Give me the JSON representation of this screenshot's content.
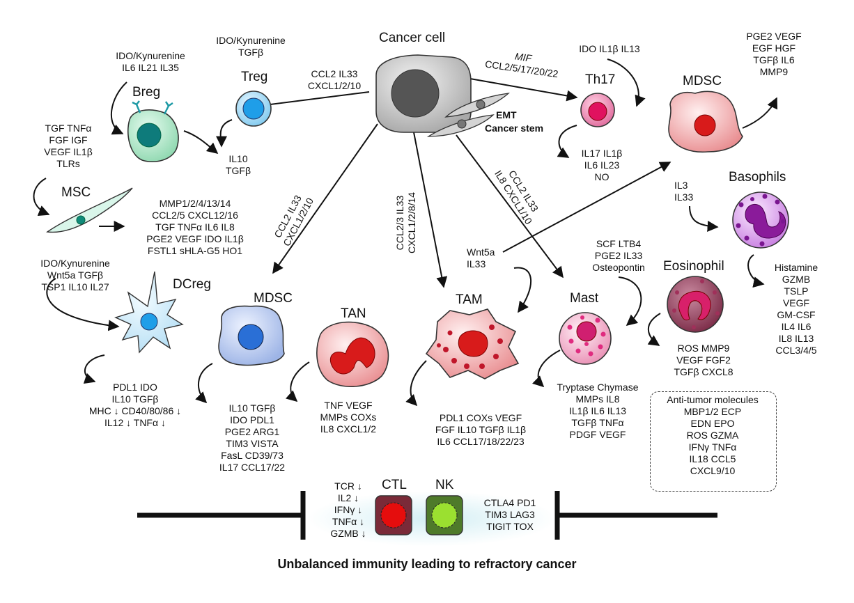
{
  "cells": {
    "cancer_cell": "Cancer cell",
    "emt": "EMT",
    "cancer_stem": "Cancer stem",
    "treg": "Treg",
    "breg": "Breg",
    "msc": "MSC",
    "dcreg": "DCreg",
    "mdsc_left": "MDSC",
    "tan": "TAN",
    "tam": "TAM",
    "mast": "Mast",
    "th17": "Th17",
    "mdsc_right": "MDSC",
    "basophils": "Basophils",
    "eosinophil": "Eosinophil",
    "ctl": "CTL",
    "nk": "NK"
  },
  "labels": {
    "treg_in": [
      "IDO/Kynurenine",
      "TGFβ"
    ],
    "breg_in": [
      "IDO/Kynurenine",
      "IL6  IL21  IL35"
    ],
    "cancer_to_treg": [
      "CCL2  IL33",
      "CXCL1/2/10"
    ],
    "cancer_to_th17": [
      "MIF",
      "CCL2/5/17/20/22"
    ],
    "th17_in": "IDO IL1β IL13",
    "mdsc_right_out": [
      "PGE2  VEGF",
      "EGF  HGF",
      "TGFβ  IL6",
      "MMP9"
    ],
    "msc_in": [
      "TGF  TNFα",
      "FGF  IGF",
      "VEGF  IL1β",
      "TLRs"
    ],
    "treg_breg_out": [
      "IL10",
      "TGFβ"
    ],
    "th17_out": [
      "IL17  IL1β",
      "IL6  IL23",
      "NO"
    ],
    "msc_out": [
      "MMP1/2/4/13/14",
      "CCL2/5  CXCL12/16",
      "TGF  TNFα  IL6  IL8",
      "PGE2  VEGF  IDO  IL1β",
      "FSTL1  sHLA-G5  HO1"
    ],
    "basophils_in": [
      "IL3",
      "IL33"
    ],
    "dcreg_in": [
      "IDO/Kynurenine",
      "Wnt5a  TGFβ",
      "TSP1  IL10  IL27"
    ],
    "cancer_to_mdsc": "CCL2 IL33\nCXCL1/2/10",
    "cancer_to_tam": "CCL2/3 IL33\nCXCL1/2/8/14",
    "cancer_to_mast": "CCL2 IL33\nIL8  CXCL1/10",
    "wnt5a": [
      "Wnt5a",
      "IL33"
    ],
    "mast_in": [
      "SCF  LTB4",
      "PGE2  IL33",
      "Osteopontin"
    ],
    "basophils_out": [
      "Histamine",
      "GZMB",
      "TSLP",
      "VEGF",
      "GM-CSF",
      "IL4  IL6",
      "IL8  IL13",
      "CCL3/4/5"
    ],
    "eosinophil_out": [
      "ROS  MMP9",
      "VEGF  FGF2",
      "TGFβ  CXCL8"
    ],
    "anti_tumor_title": "Anti-tumor molecules",
    "anti_tumor": [
      "MBP1/2  ECP",
      "EDN  EPO",
      "ROS  GZMA",
      "IFNγ  TNFα",
      "IL18  CCL5",
      "CXCL9/10"
    ],
    "dcreg_out": [
      "PDL1  IDO",
      "IL10  TGFβ",
      "MHC ↓ CD40/80/86 ↓",
      "IL12 ↓ TNFα ↓"
    ],
    "mdsc_left_out": [
      "IL10  TGFβ",
      "IDO  PDL1",
      "PGE2  ARG1",
      "TIM3  VISTA",
      "FasL  CD39/73",
      "IL17  CCL17/22"
    ],
    "tan_out": [
      "TNF  VEGF",
      "MMPs  COXs",
      "IL8  CXCL1/2"
    ],
    "tam_out": [
      "PDL1  COXs  VEGF",
      "FGF  IL10  TGFβ  IL1β",
      "IL6  CCL17/18/22/23"
    ],
    "mast_out": [
      "Tryptase  Chymase",
      "MMPs  IL8",
      "IL1β  IL6  IL13",
      "TGFβ  TNFα",
      "PDGF  VEGF"
    ],
    "ctl_down": [
      "TCR ↓",
      "IL2 ↓",
      "IFNγ ↓",
      "TNFα ↓",
      "GZMB ↓"
    ],
    "nk_checkpoints": [
      "CTLA4  PD1",
      "TIM3  LAG3",
      "TIGIT  TOX"
    ]
  },
  "bottom_title": "Unbalanced immunity leading to refractory cancer"
}
